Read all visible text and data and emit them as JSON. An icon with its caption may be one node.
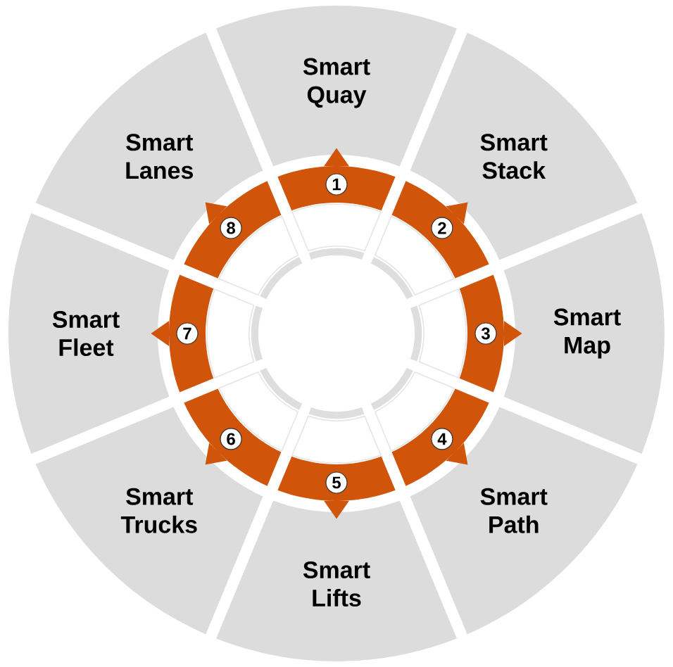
{
  "diagram": {
    "nodes": [
      {
        "text": [
          "Smart Quay"
        ]
      },
      {
        "text": [
          "Smart Stack"
        ]
      },
      {
        "text": [
          "Smart Map"
        ]
      },
      {
        "text": [
          "Smart Path"
        ]
      },
      {
        "text": [
          "Smart Lifts"
        ]
      },
      {
        "text": [
          "Smart Trucks"
        ]
      },
      {
        "text": [
          "Smart Fleet"
        ]
      },
      {
        "text": [
          "Smart Lanes"
        ]
      },
      {
        "text": [
          "1"
        ]
      },
      {
        "text": [
          "2"
        ]
      },
      {
        "text": [
          "3"
        ]
      },
      {
        "text": [
          "4"
        ]
      },
      {
        "text": [
          "5"
        ]
      },
      {
        "text": [
          "6"
        ]
      },
      {
        "text": [
          "7"
        ]
      },
      {
        "text": [
          "8"
        ]
      }
    ],
    "edges": [
      {
        "from": 8,
        "to": 0,
        "arrow": "to"
      },
      {
        "from": 9,
        "to": 1,
        "arrow": "to"
      },
      {
        "from": 10,
        "to": 2,
        "arrow": "to"
      },
      {
        "from": 11,
        "to": 3,
        "arrow": "to"
      },
      {
        "from": 12,
        "to": 4,
        "arrow": "to"
      },
      {
        "from": 13,
        "to": 5,
        "arrow": "to"
      },
      {
        "from": 14,
        "to": 6,
        "arrow": "to"
      },
      {
        "from": 15,
        "to": 7,
        "arrow": "to"
      }
    ]
  }
}
